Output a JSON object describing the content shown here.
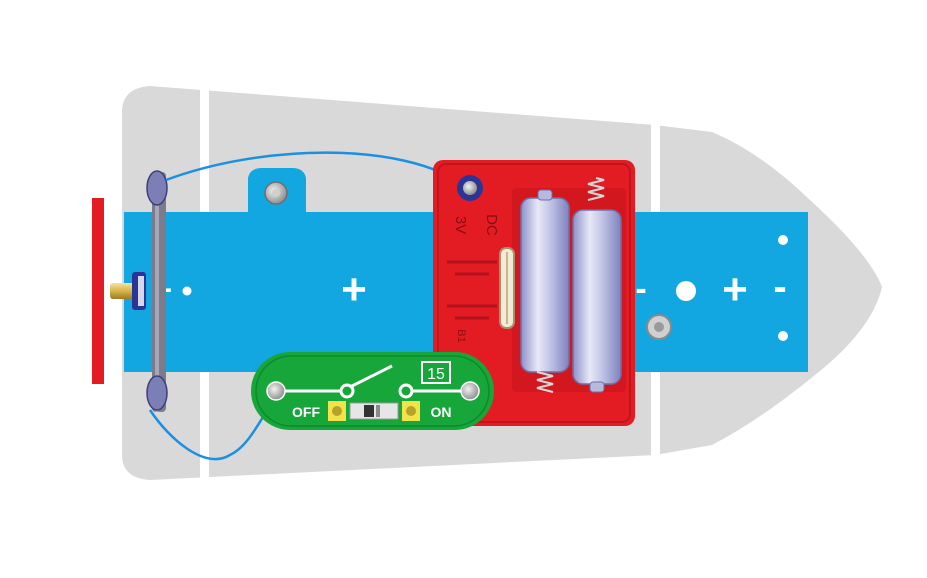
{
  "battery": {
    "label_dc": "DC",
    "label_voltage": "3V",
    "label_side": "B1"
  },
  "switch": {
    "number": "15",
    "label_off": "OFF",
    "label_on": "ON"
  },
  "board": {
    "plus_symbols": [
      "+",
      "+"
    ],
    "minus_symbols": [
      "-",
      "-",
      "-"
    ]
  },
  "colors": {
    "hull": "#d9d9da",
    "strip": "#12a7e0",
    "battery_holder": "#e31c24",
    "switch_board": "#16a63a",
    "wire": "#1b8fe0",
    "propeller": "#e31c24"
  }
}
